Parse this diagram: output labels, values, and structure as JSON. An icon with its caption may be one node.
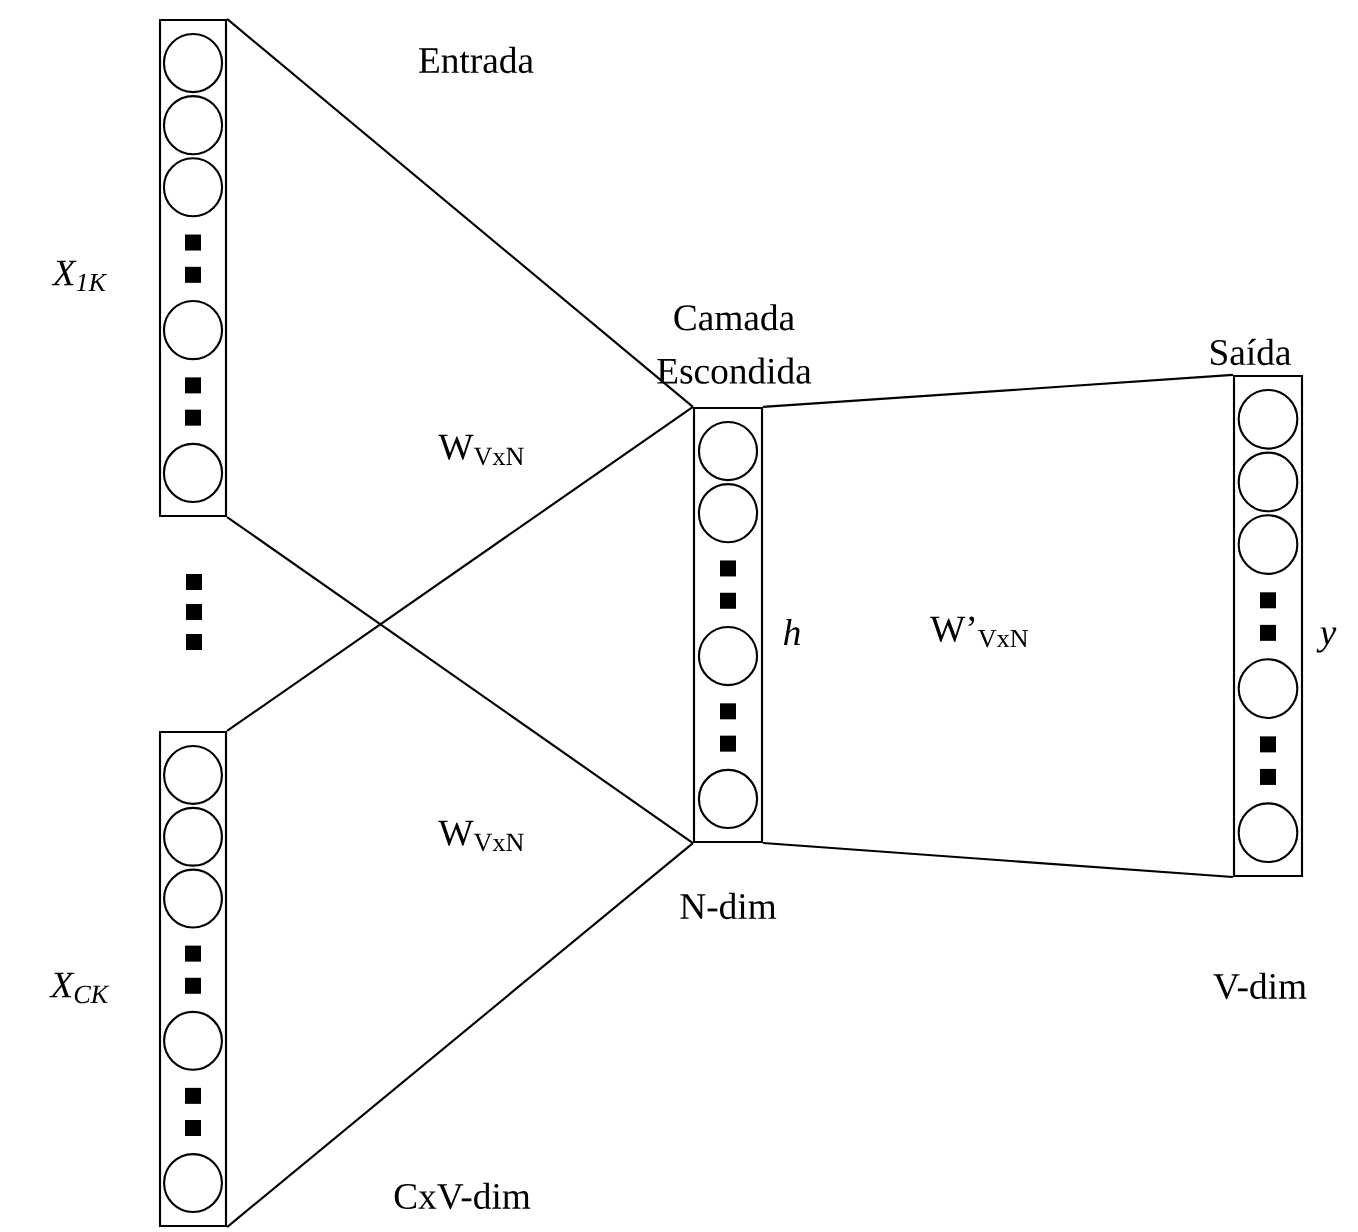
{
  "diagram": {
    "nodes": [
      {
        "text": [],
        "shape": "box",
        "beside": [
          "X$_{1K}$"
        ]
      },
      {
        "text": [],
        "shape": "box",
        "beside": [
          "X$_{CK}$"
        ]
      },
      {
        "text": [
          "Camada Escondida"
        ],
        "beside": [
          "h",
          "N-dim"
        ]
      },
      {
        "text": [
          "Saída"
        ],
        "beside": [
          "y",
          "V-dim"
        ]
      }
    ],
    "edges": [
      {
        "from": 0,
        "to": 2,
        "arrow": "none"
      },
      {
        "from": 1,
        "to": 2,
        "arrow": "none"
      },
      {
        "from": 2,
        "to": 3,
        "arrow": "none"
      }
    ],
    "labels": [
      "Entrada",
      "W$_{VxN}$",
      "W’$_{VxN}$",
      "W$_{VxN}$",
      "CxV-dim"
    ]
  }
}
